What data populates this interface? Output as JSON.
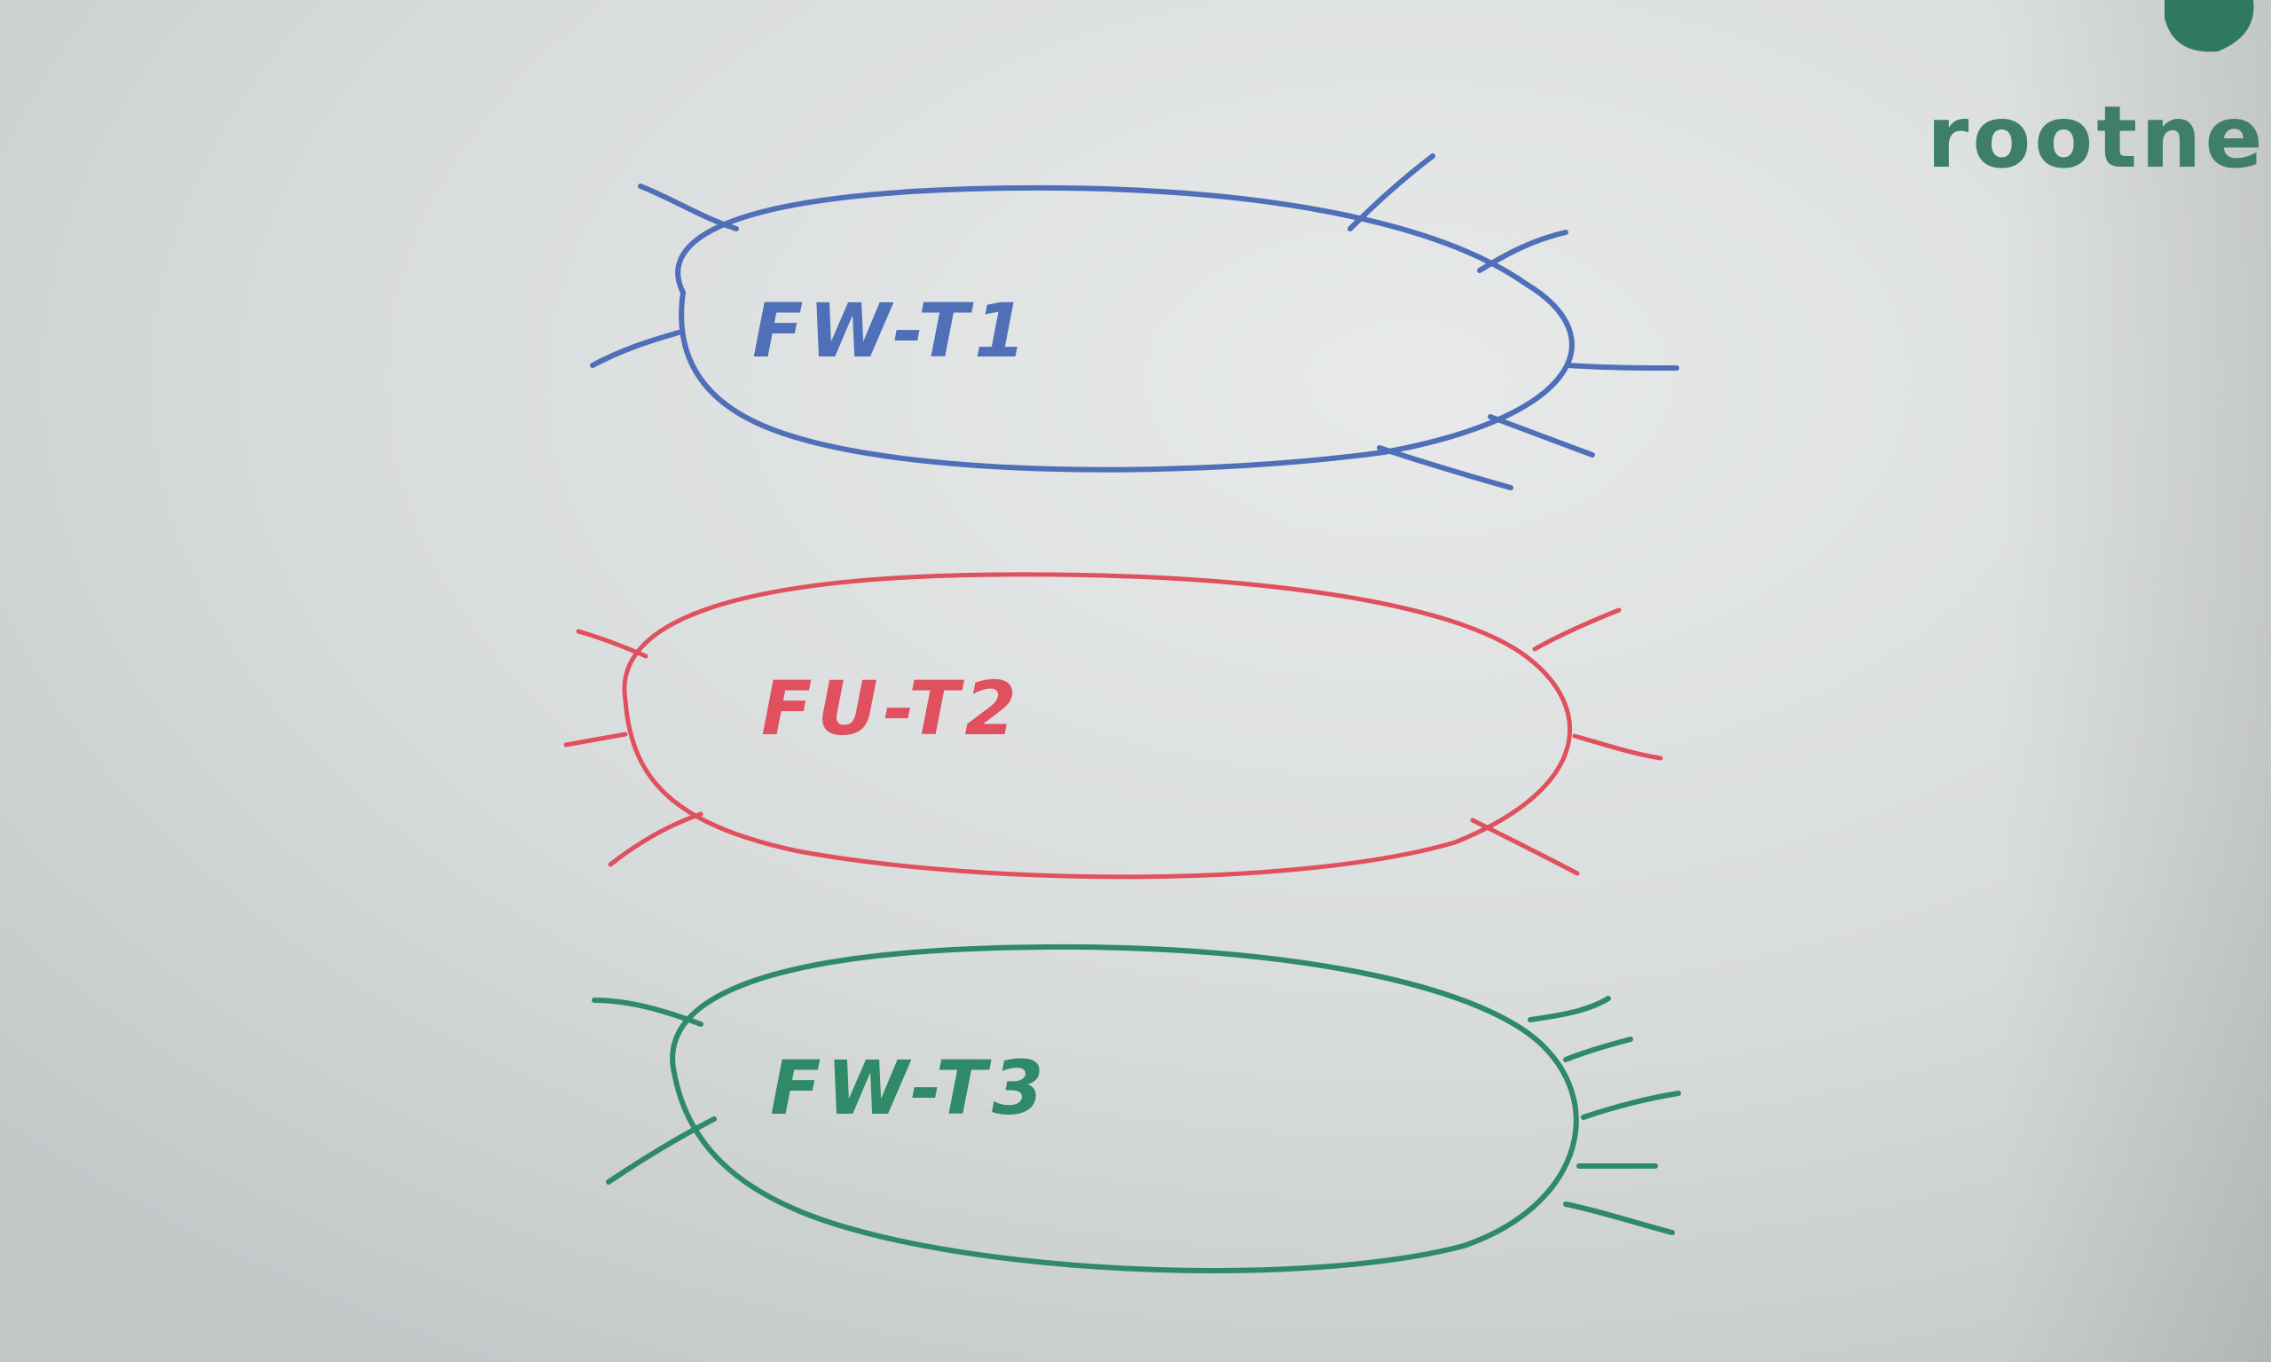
{
  "scene": {
    "description_free": true,
    "board_color": "#d6d9da",
    "board_highlight": "#e6e8e8"
  },
  "logo": {
    "text": "rootne",
    "color": "#3f7f6a",
    "mark_color": "#2f7a5f"
  },
  "blobs": [
    {
      "label": "FW-T1",
      "color": "#4f6fb8"
    },
    {
      "label": "FU-T2",
      "color": "#e0505e"
    },
    {
      "label": "FW-T3",
      "color": "#2f8a68"
    }
  ]
}
